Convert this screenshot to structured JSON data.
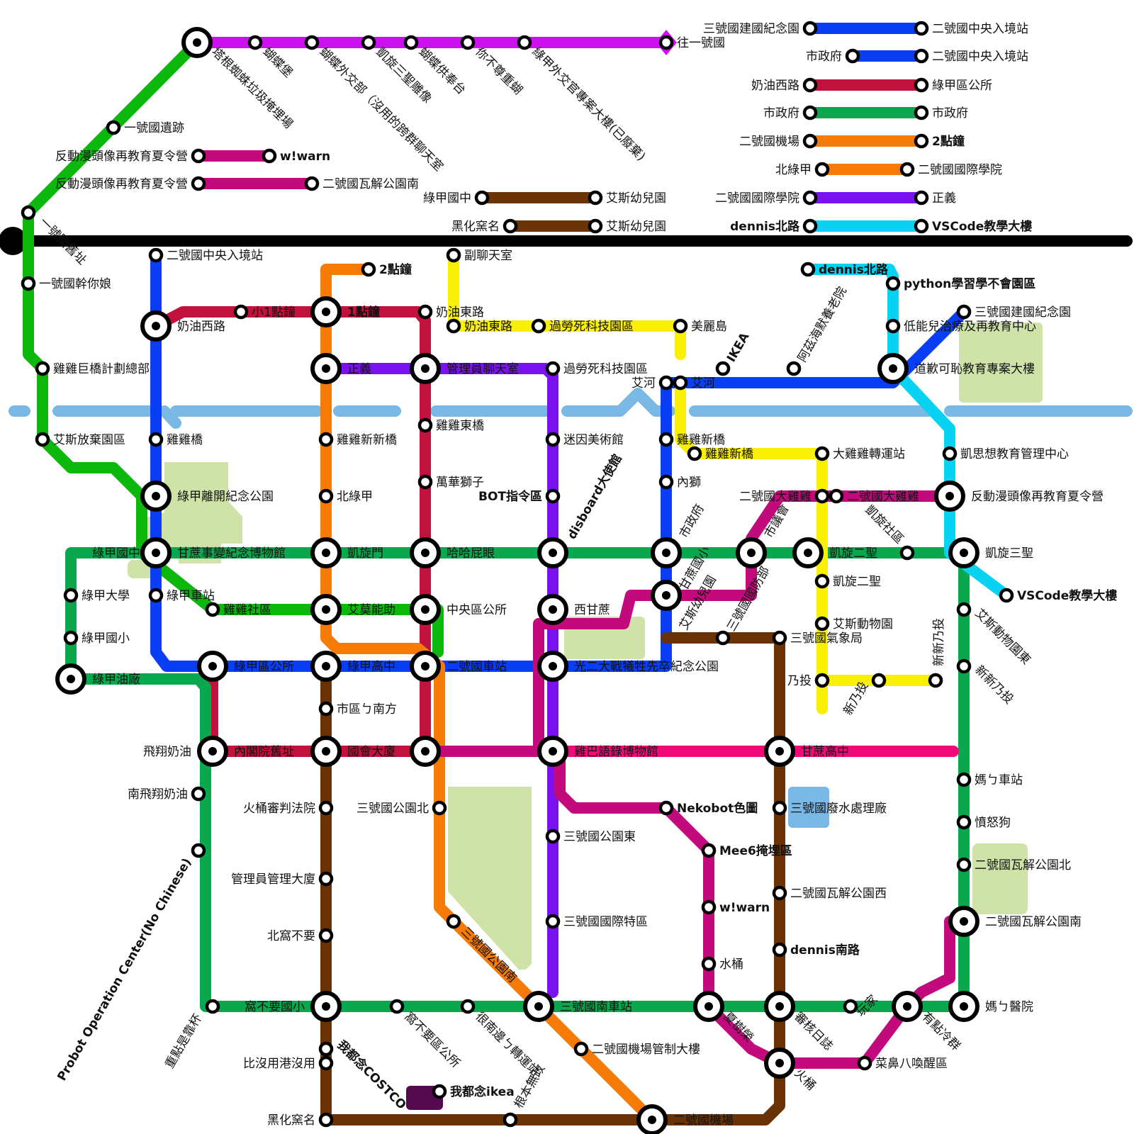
{
  "colors": {
    "purple_magenta": "#cc10f0",
    "blue": "#0a3ef5",
    "crimson": "#c0123c",
    "green": "#0aa84e",
    "lime": "#0cb80c",
    "orange": "#f57b06",
    "violet": "#7a12f0",
    "cyan": "#08d2f2",
    "yellow": "#faf005",
    "brown": "#6a3305",
    "pink": "#f00a78",
    "magenta": "#c20a7c",
    "black": "#000000",
    "river": "#7ab8e6",
    "park": "#cfe3a8",
    "dark_purple": "#550a50"
  },
  "legend": [
    {
      "from": "三號國建國紀念園",
      "to": "二號國中央入境站",
      "color": "blue"
    },
    {
      "from": "市政府",
      "to": "二號國中央入境站",
      "color": "blue"
    },
    {
      "from": "奶油西路",
      "to": "綠甲區公所",
      "color": "crimson"
    },
    {
      "from": "市政府",
      "to": "市政府",
      "color": "green"
    },
    {
      "from": "二號國機場",
      "to": "2點鐘",
      "color": "orange"
    },
    {
      "from": "北綠甲",
      "to": "二號國國際學院",
      "color": "orange"
    },
    {
      "from": "二號國國際學院",
      "to": "正義",
      "color": "violet"
    },
    {
      "from": "dennis北路",
      "to": "VSCode教學大樓",
      "color": "cyan"
    }
  ],
  "stations": {
    "s001": "塔根蜘蛛垃圾掩埋場",
    "s002": "蝴蝶堡",
    "s003": "蝴蝶外交部（沒用的跨群聊天室",
    "s004": "凱旋三聖雕像",
    "s005": "蝴蝶供奉台",
    "s006": "你不尊重蝴",
    "s007": "綠甲外交官專案大樓(已廢棄)",
    "s008": "往一號國",
    "s009": "一號國遺跡",
    "s010": "反動漫頭像再教育夏令營",
    "s011": "w!warn",
    "s012": "反動漫頭像再教育夏令營",
    "s013": "二號國瓦解公園南",
    "s014": "綠甲國中",
    "s015": "艾斯幼兒園",
    "s016": "黑化窯名",
    "s017": "艾斯幼兒園",
    "s018": "一號國舊址",
    "s019": "二號國中央入境站",
    "s020": "一號國幹你娘",
    "s021": "2點鐘",
    "s022": "副聊天室",
    "s023": "dennis北路",
    "s024": "python學習學不會園區",
    "s025": "小1點鐘",
    "s026": "1點鐘",
    "s027": "奶油東路",
    "s028": "三號國建國紀念園",
    "s029": "奶油西路",
    "s030": "奶油東路",
    "s031": "過勞死科技園區",
    "s032": "美麗島",
    "s033": "低能兒治療及再教育中心",
    "s034": "雞雞巨橋計劃總部",
    "s035": "正義",
    "s036": "管理員聊天室",
    "s037": "過勞死科技園區",
    "s038": "IKEA",
    "s039": "阿茲海默養老院",
    "s040": "道歉可恥教育專案大樓",
    "s041": "艾河",
    "s042": "艾河",
    "s043": "艾斯放棄園區",
    "s044": "雞雞橋",
    "s045": "雞雞新新橋",
    "s046": "雞雞東橋",
    "s047": "迷因美術館",
    "s048": "雞雞新橋",
    "s049": "雞雞新橋",
    "s050": "大雞雞轉運站",
    "s051": "凱思想教育管理中心",
    "s052": "萬華獅子",
    "s053": "內獅",
    "s054": "綠甲離開紀念公園",
    "s055": "北綠甲",
    "s056": "BOT指令區",
    "s057": "disboard大使館",
    "s058": "二號國大雞雞",
    "s059": "二號國大雞雞",
    "s060": "反動漫頭像再教育夏令營",
    "s061": "市政府",
    "s062": "市議會",
    "s063": "凱旋社區",
    "s064": "綠甲國中",
    "s065": "甘蔗事變紀念博物館",
    "s066": "凱旋門",
    "s067": "哈哈屁眼",
    "s068": "甘蔗國小",
    "s069": "凱旋二聖",
    "s070": "凱旋三聖",
    "s071": "凱旋二聖",
    "s072": "綠甲大學",
    "s073": "綠甲車站",
    "s074": "VSCode教學大樓",
    "s075": "艾斯幼兒園",
    "s076": "雞雞社區",
    "s077": "艾莫能助",
    "s078": "中央區公所",
    "s079": "西甘蔗",
    "s080": "三號國國防部",
    "s081": "艾斯動物園",
    "s082": "艾斯動物園東",
    "s083": "綠甲國小",
    "s084": "三號國氣象局",
    "s085": "新新乃投",
    "s086": "綠甲區公所",
    "s087": "綠甲高中",
    "s088": "二號國車站",
    "s089": "光二大戰犧牲先卒紀念公園",
    "s090": "綠甲油廠",
    "s091": "乃投",
    "s092": "新乃投",
    "s093": "新新乃投",
    "s094": "市區ㄅ南方",
    "s095": "飛翔奶油",
    "s096": "內閣院舊址",
    "s097": "國會大廈",
    "s098": "雞巴語錄博物館",
    "s099": "甘蔗高中",
    "s100": "媽ㄅ車站",
    "s101": "南飛翔奶油",
    "s102": "火桶審判法院",
    "s103": "三號國公園北",
    "s104": "Nekobot色圖",
    "s105": "三號國廢水處理廠",
    "s106": "憤怒狗",
    "s107": "三號國公園東",
    "s108": "Mee6掩埋區",
    "s109": "二號國瓦解公園北",
    "s110": "管理員管理大廈",
    "s111": "二號國瓦解公園西",
    "s112": "w!warn",
    "s113": "三號國國際特區",
    "s114": "二號國瓦解公園南",
    "s115": "Probot Operation Center(No Chinese)",
    "s116": "三號國公園南",
    "s117": "北窩不要",
    "s118": "dennis南路",
    "s119": "水桶",
    "s120": "窩不要國小",
    "s121": "窩不要區公所",
    "s122": "很南邊ㄅ轉運站",
    "s123": "三號國南車站",
    "s124": "夏樹榮",
    "s125": "審核日誌",
    "s126": "玩家",
    "s127": "有點冷群",
    "s128": "媽ㄅ醫院",
    "s129": "重點是靠杯",
    "s130": "我都念COSTCO",
    "s131": "二號國機場管制大樓",
    "s132": "比沒用港沒用",
    "s133": "根本無政",
    "s134": "菜鼻八喚醒區",
    "s135": "火桶",
    "s136": "我都念ikea",
    "s137": "黑化窯名",
    "s138": "二號國機場"
  }
}
